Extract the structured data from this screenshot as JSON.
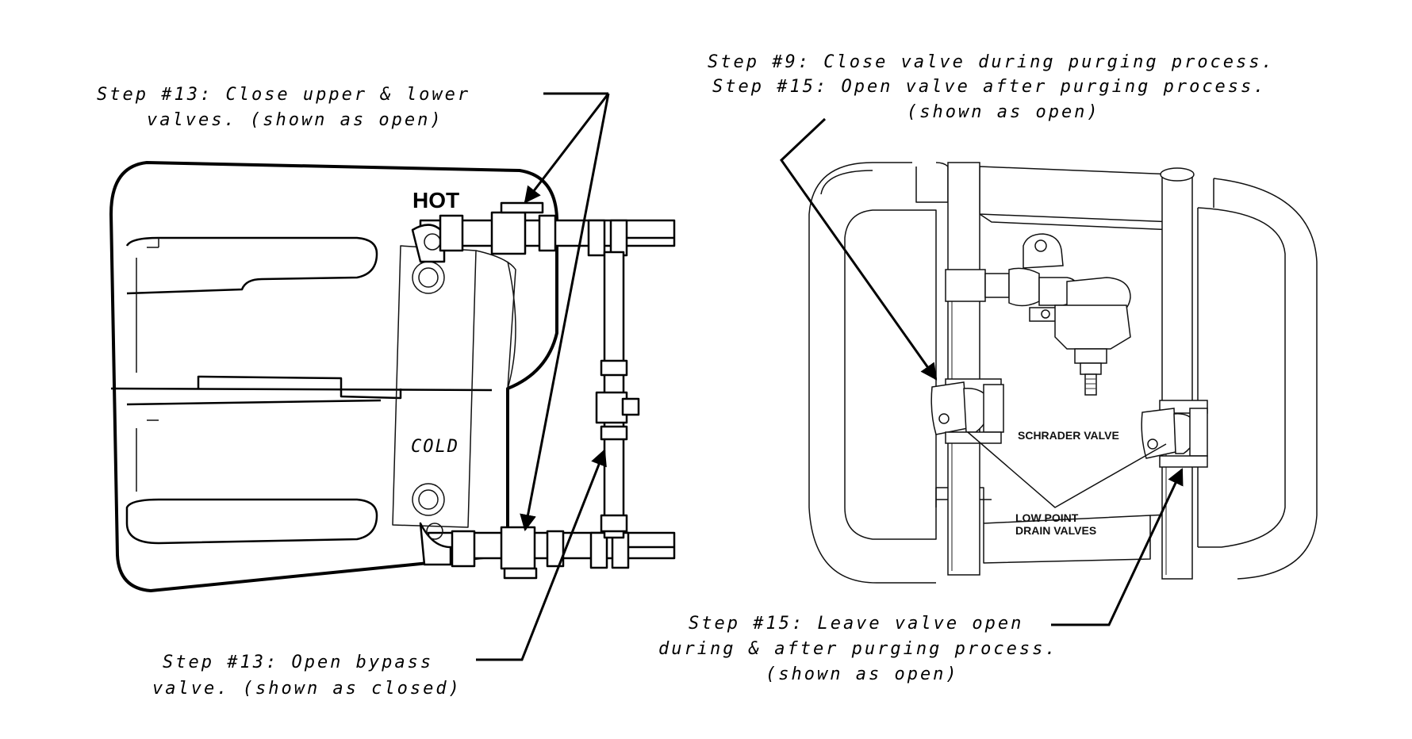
{
  "left_panel": {
    "label_hot": "HOT",
    "label_cold": "COLD",
    "callout_upper_lower": {
      "line1": "Step #13: Close upper & lower",
      "line2": "valves. (shown as open)"
    },
    "callout_bypass": {
      "line1": "Step #13: Open bypass",
      "line2": "valve. (shown as closed)"
    }
  },
  "right_panel": {
    "label_schrader": "SCHRADER VALVE",
    "label_low_point_1": "LOW POINT",
    "label_low_point_2": "DRAIN VALVES",
    "callout_purge": {
      "line1": "Step #9: Close valve during purging process.",
      "line2": "Step #15: Open valve after purging process.",
      "line3": "(shown as open)"
    },
    "callout_leave_open": {
      "line1": "Step #15: Leave valve open",
      "line2": "during & after purging process.",
      "line3": "(shown as open)"
    }
  }
}
